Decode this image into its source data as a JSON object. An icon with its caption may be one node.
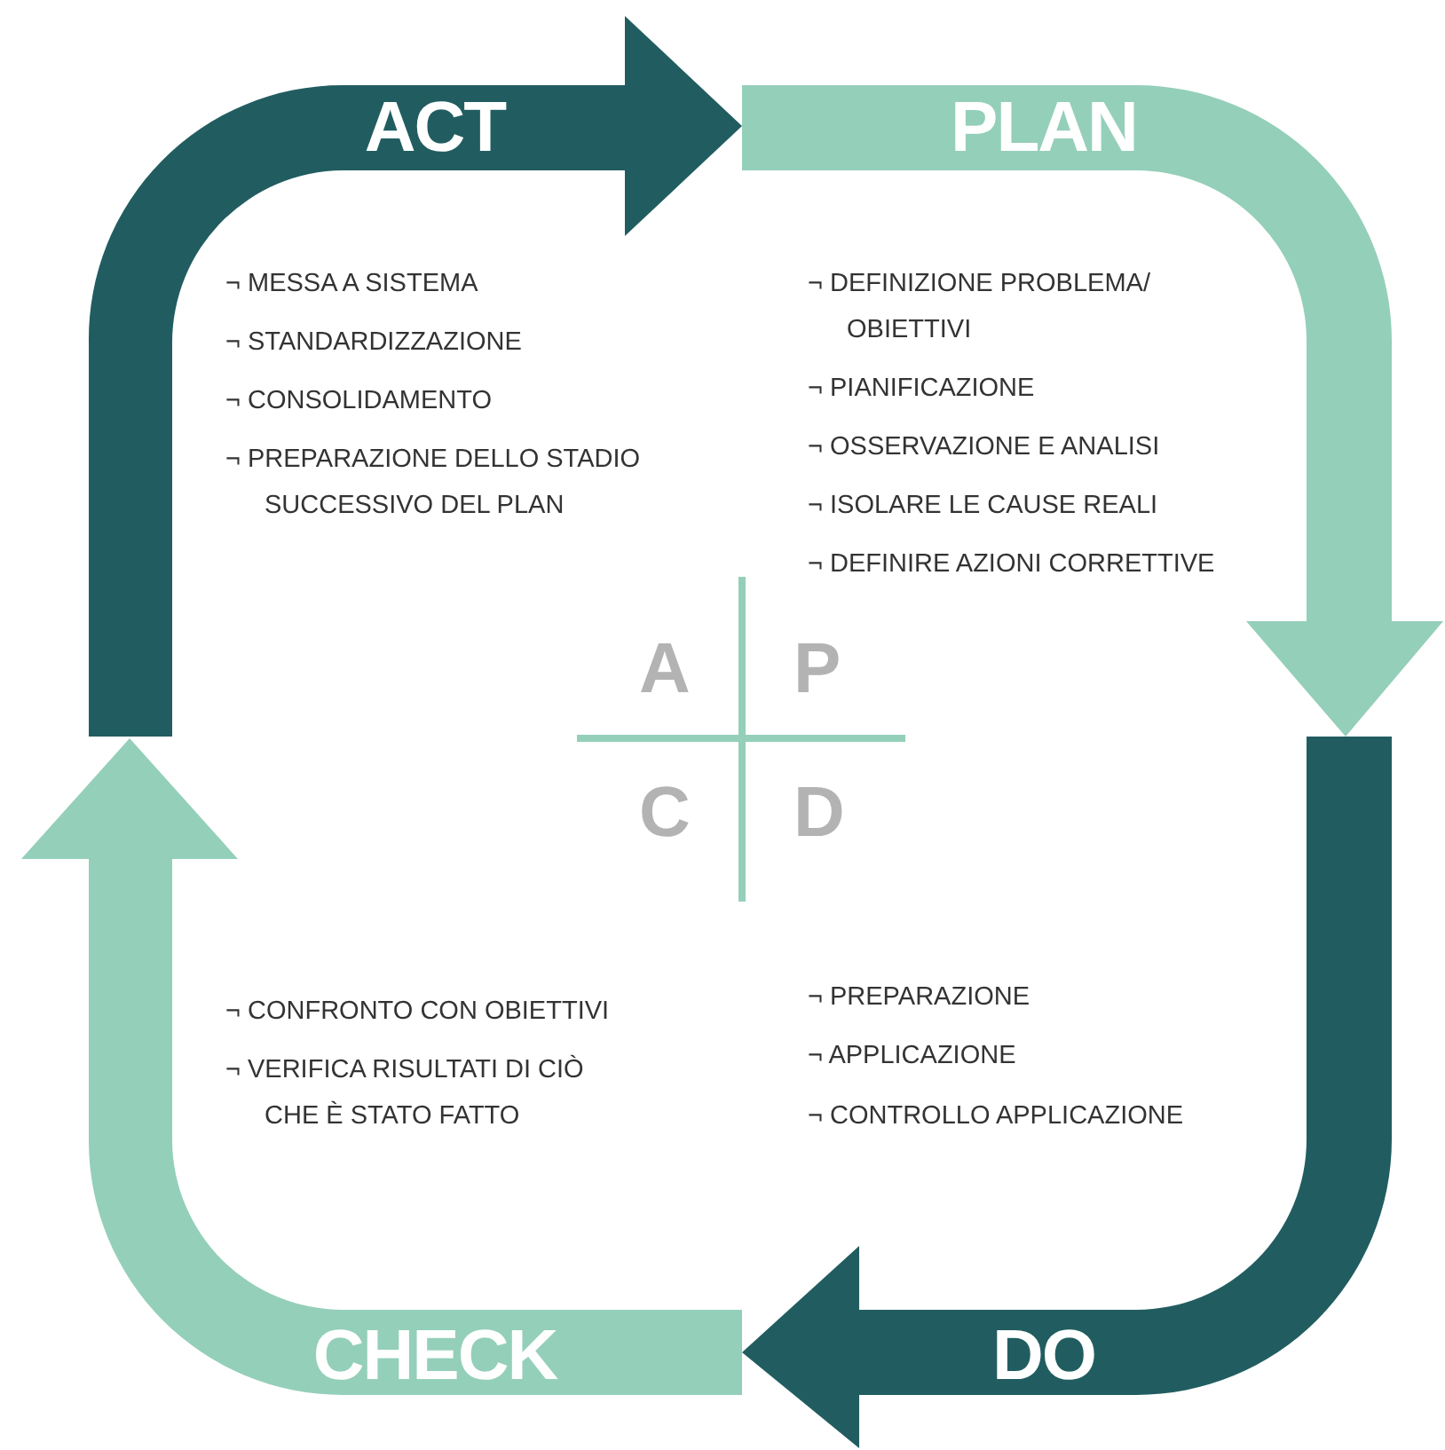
{
  "diagram": {
    "nodes": [
      {
        "text": [
          "ACT"
        ]
      },
      {
        "text": [
          "PLAN"
        ]
      },
      {
        "text": [
          "DO"
        ]
      },
      {
        "text": [
          "CHECK"
        ]
      }
    ],
    "labels": [
      "¬ MESSA A SISTEMA",
      "¬ STANDARDIZZAZIONE",
      "¬ CONSOLIDAMENTO",
      "¬ PREPARAZIONE DELLO STADIO SUCCESSIVO DEL PLAN",
      "¬ DEFINIZIONE PROBLEMA/ OBIETTIVI",
      "¬ PIANIFICAZIONE",
      "¬ OSSERVAZIONE E ANALISI",
      "¬ ISOLARE LE CAUSE REALI",
      "¬ DEFINIRE AZIONI CORRETTIVE",
      "A",
      "P",
      "C",
      "D",
      "¬ CONFRONTO CON OBIETTIVI",
      "¬ VERIFICA RISULTATI DI CIÒ CHE È STATO FATTO",
      "¬ PREPARAZIONE",
      "¬ APPLICAZIONE",
      "¬ CONTROLLO APPLICAZIONE"
    ]
  }
}
